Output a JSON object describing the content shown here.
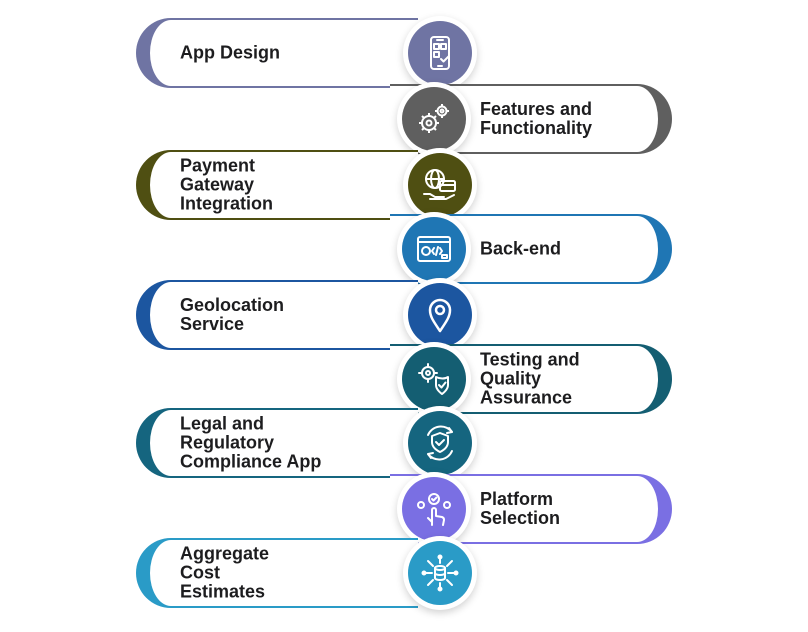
{
  "steps": [
    {
      "label": "App Design",
      "icon": "mobile-app-icon",
      "color": "#6f74a3",
      "side": "left"
    },
    {
      "label": "Features and\nFunctionality",
      "icon": "gears-icon",
      "color": "#5f5f5f",
      "side": "right"
    },
    {
      "label": "Payment\nGateway\nIntegration",
      "icon": "payment-globe-icon",
      "color": "#4f4f12",
      "side": "left"
    },
    {
      "label": "Back-end",
      "icon": "code-window-icon",
      "color": "#1f76b4",
      "side": "right"
    },
    {
      "label": "Geolocation\nService",
      "icon": "location-pin-icon",
      "color": "#1c56a0",
      "side": "left"
    },
    {
      "label": "Testing and\nQuality\nAssurance",
      "icon": "quality-check-icon",
      "color": "#145e72",
      "side": "right"
    },
    {
      "label": "Legal and\nRegulatory\nCompliance App",
      "icon": "shield-check-icon",
      "color": "#15657f",
      "side": "left"
    },
    {
      "label": "Platform\nSelection",
      "icon": "touch-select-icon",
      "color": "#7a6fe3",
      "side": "right"
    },
    {
      "label": "Aggregate\nCost\nEstimates",
      "icon": "data-network-icon",
      "color": "#2a9bc7",
      "side": "left"
    }
  ]
}
